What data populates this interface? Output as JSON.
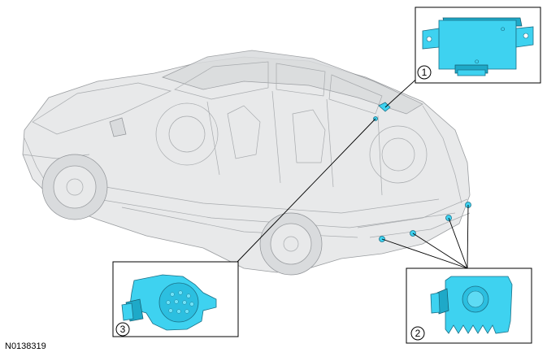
{
  "figure": {
    "reference_code": "N0138319",
    "callouts": [
      {
        "number": "1",
        "part": "module-icon"
      },
      {
        "number": "2",
        "part": "sensor-icon"
      },
      {
        "number": "3",
        "part": "sounder-icon"
      }
    ]
  },
  "colors": {
    "part_highlight": "#3ed2f0",
    "part_outline": "#1b6f86",
    "vehicle_ghost": "#e8e9ea"
  }
}
